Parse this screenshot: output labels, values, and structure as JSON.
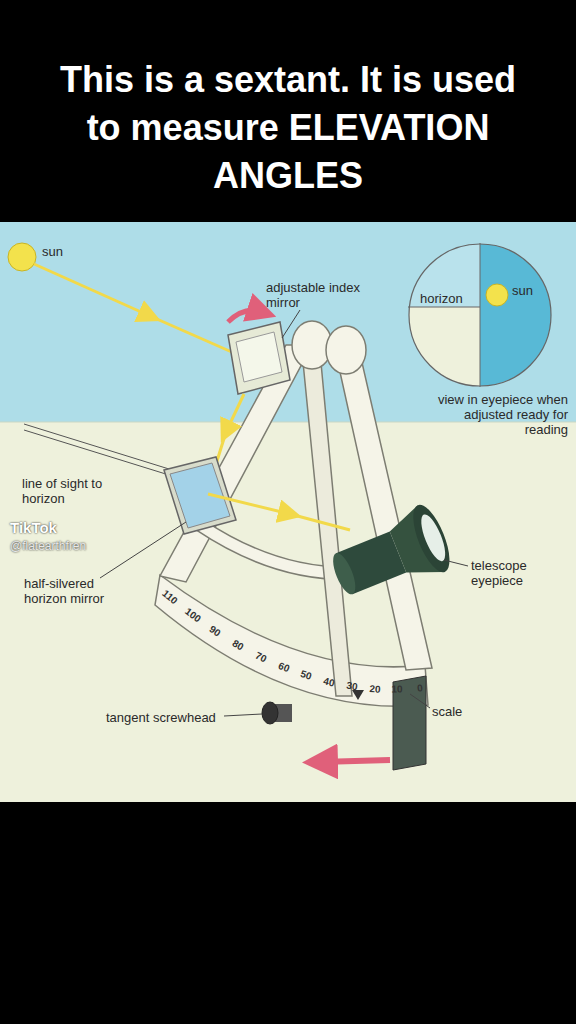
{
  "diagram": {
    "title": "This is a sextant. It is used to measure ELEVATION ANGLES",
    "nodes": [
      {
        "text": [
          "horizon",
          "sun"
        ]
      }
    ],
    "labels": [
      "sun",
      "adjustable index mirror",
      "view in eyepiece when adjusted ready for reading",
      "line of sight to horizon",
      "half-silvered horizon mirror",
      "telescope eyepiece",
      "scale",
      "tangent screwhead",
      "110",
      "100",
      "90",
      "80",
      "70",
      "60",
      "50",
      "40",
      "30",
      "20",
      "10",
      "0",
      "TikTok",
      "@flatearthfren"
    ]
  }
}
